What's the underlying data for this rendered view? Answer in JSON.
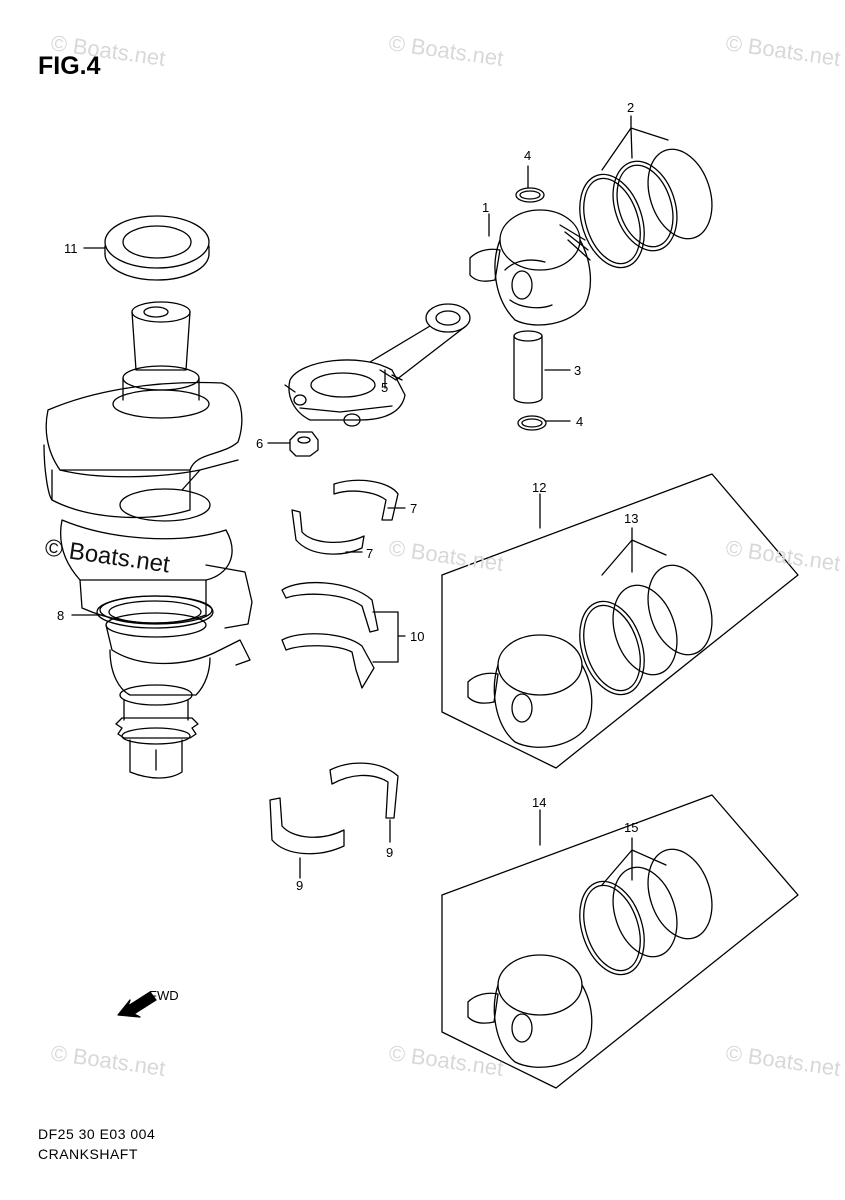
{
  "figure": {
    "title": "FIG.4"
  },
  "footer": {
    "code": "DF25 30 E03 004",
    "name": "CRANKSHAFT"
  },
  "watermark": {
    "text": "© Boats.net"
  },
  "fwd_arrow": {
    "label": "FWD"
  },
  "callouts": [
    "1",
    "2",
    "3",
    "4",
    "4",
    "5",
    "6",
    "7",
    "7",
    "8",
    "9",
    "9",
    "10",
    "11",
    "12",
    "13",
    "14",
    "15"
  ],
  "colors": {
    "line": "#000000",
    "watermark": "#d8d8d8",
    "background": "#ffffff"
  }
}
